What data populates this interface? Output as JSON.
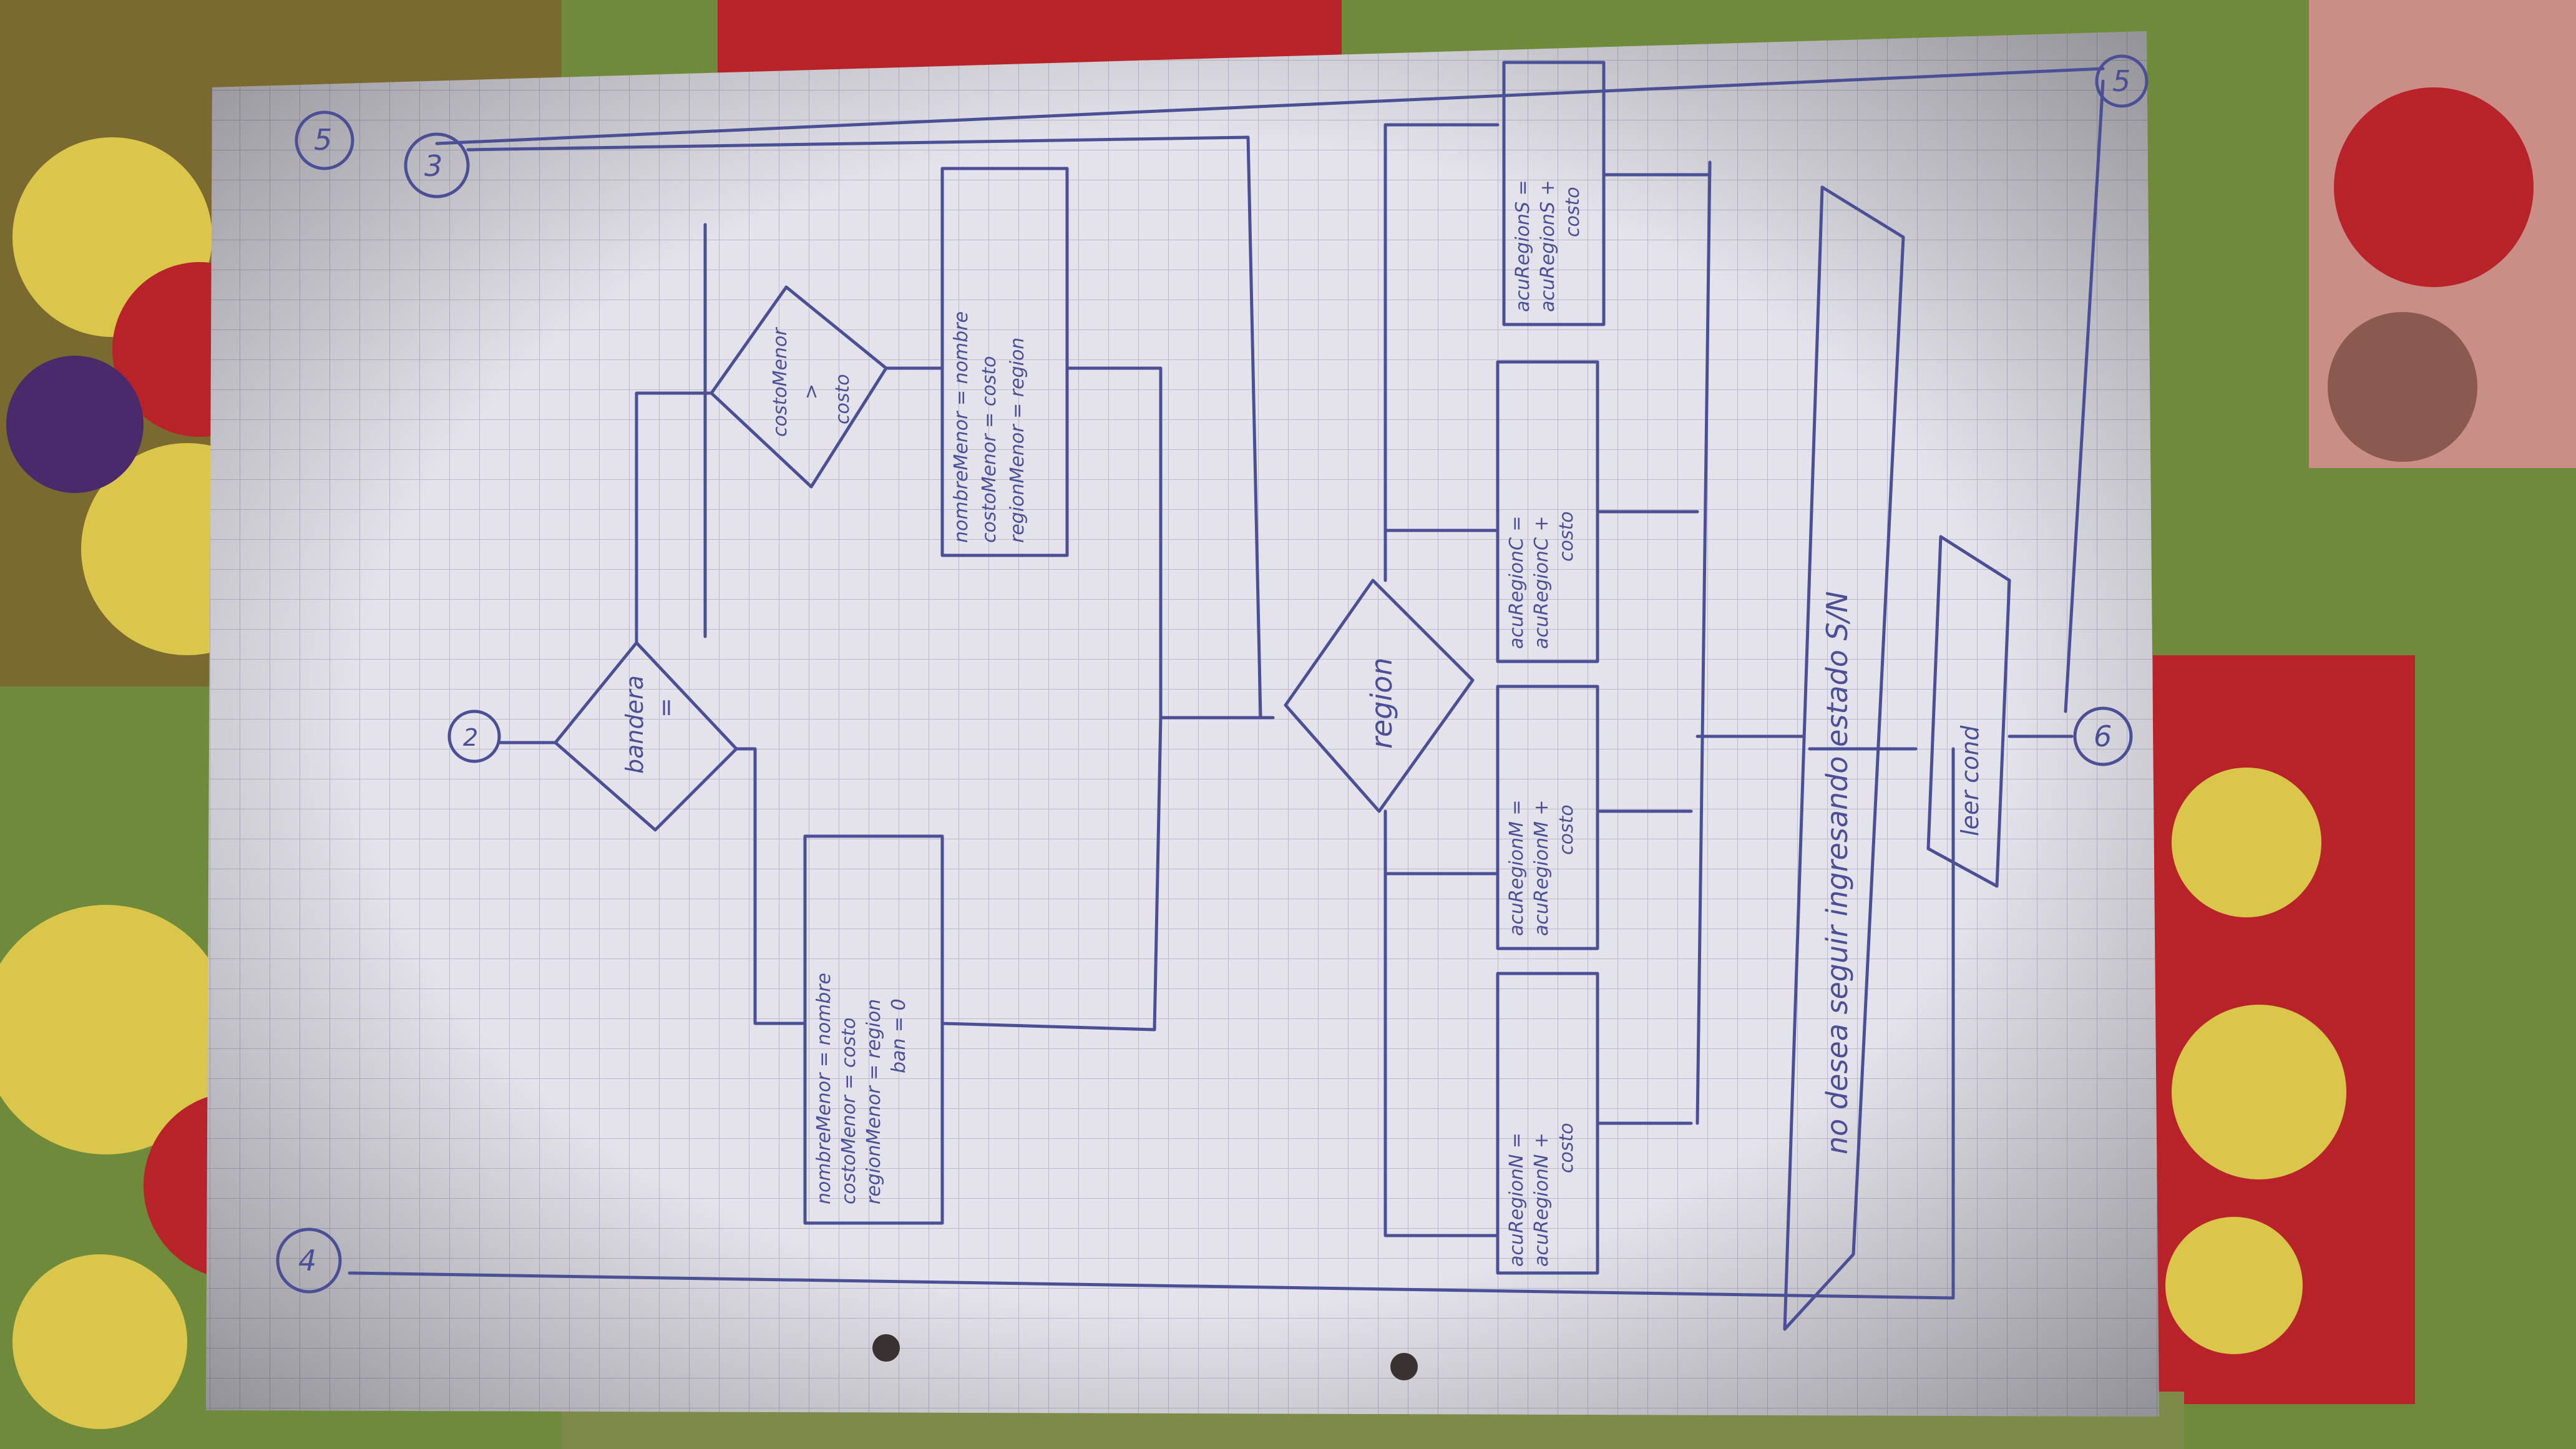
{
  "colors": {
    "paper": "#e4e2ea",
    "grid": "#b7b6c8",
    "ink": "#4b4f96",
    "blanket_green": "#6f8a3a",
    "blanket_red": "#b8232a",
    "blanket_yellow": "#d9c64a",
    "blanket_purple": "#4a2a6a"
  },
  "connectors": {
    "c2": "2",
    "c3": "3",
    "c4": "4",
    "c5_top": "5",
    "c5_corner": "5",
    "c6": "6"
  },
  "decisions": {
    "d1": [
      "bandera",
      "="
    ],
    "d2": [
      "costoMenor",
      ">",
      "costo"
    ],
    "d3": [
      "region"
    ]
  },
  "process": {
    "p_left": [
      "nombreMenor = nombre",
      "costoMenor = costo",
      "regionMenor = region",
      "ban = 0"
    ],
    "p_right": [
      "nombreMenor = nombre",
      "costoMenor = costo",
      "regionMenor = region"
    ],
    "r1": [
      "acuRegionN =",
      "acuRegionN +",
      "costo"
    ],
    "r2": [
      "acuRegionM =",
      "acuRegionM +",
      "costo"
    ],
    "r3": [
      "acuRegionC =",
      "acuRegionC +",
      "costo"
    ],
    "r4": [
      "acuRegionS =",
      "acuRegionS +",
      "costo"
    ]
  },
  "io": {
    "prompt": "no desea seguir ingresando estado S/N",
    "read": "leer cond"
  }
}
